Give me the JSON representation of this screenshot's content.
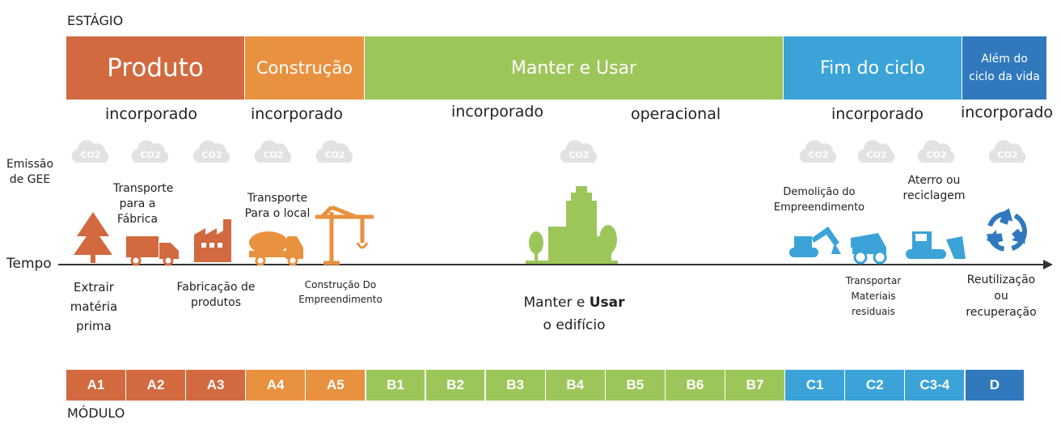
{
  "labels": {
    "stage_heading": "ESTÁGIO",
    "module_heading": "MÓDULO",
    "ghg": "Emissão de GEE",
    "time": "Tempo",
    "co2": "CO2"
  },
  "stages": [
    {
      "label": "Produto",
      "color": "#D2693F"
    },
    {
      "label": "Construção",
      "color": "#E8913F"
    },
    {
      "label": "Manter e Usar",
      "color": "#9DC65A"
    },
    {
      "label": "Fim do ciclo",
      "color": "#3BA3D8"
    },
    {
      "label": "Além do ciclo da vida",
      "color": "#3079BD"
    }
  ],
  "embodiment": [
    "incorporado",
    "incorporado",
    "incorporado",
    "operacional",
    "incorporado",
    "incorporado"
  ],
  "steps": {
    "extract": "Extrair matéria prima",
    "transport_factory": "Transporte para a Fábrica",
    "manufacture": "Fabricação de produtos",
    "transport_site": "Transporte Para o local",
    "construction": "Construção Do Empreendimento",
    "use_pre": "Manter e",
    "use_bold": "Usar",
    "use_post": "o edifício",
    "demolition": "Demolição do Empreendimento",
    "landfill": "Aterro ou reciclagem",
    "waste_transport": "Transportar Materiais residuais",
    "reuse": "Reutilização ou recuperação"
  },
  "modules": [
    {
      "label": "A1",
      "color": "#D2693F"
    },
    {
      "label": "A2",
      "color": "#D2693F"
    },
    {
      "label": "A3",
      "color": "#D2693F"
    },
    {
      "label": "A4",
      "color": "#E8913F"
    },
    {
      "label": "A5",
      "color": "#E8913F"
    },
    {
      "label": "B1",
      "color": "#9DC65A"
    },
    {
      "label": "B2",
      "color": "#9DC65A"
    },
    {
      "label": "B3",
      "color": "#9DC65A"
    },
    {
      "label": "B4",
      "color": "#9DC65A"
    },
    {
      "label": "B5",
      "color": "#9DC65A"
    },
    {
      "label": "B6",
      "color": "#9DC65A"
    },
    {
      "label": "B7",
      "color": "#9DC65A"
    },
    {
      "label": "C1",
      "color": "#3BA3D8"
    },
    {
      "label": "C2",
      "color": "#3BA3D8"
    },
    {
      "label": "C3-4",
      "color": "#3BA3D8"
    },
    {
      "label": "D",
      "color": "#3079BD"
    }
  ]
}
